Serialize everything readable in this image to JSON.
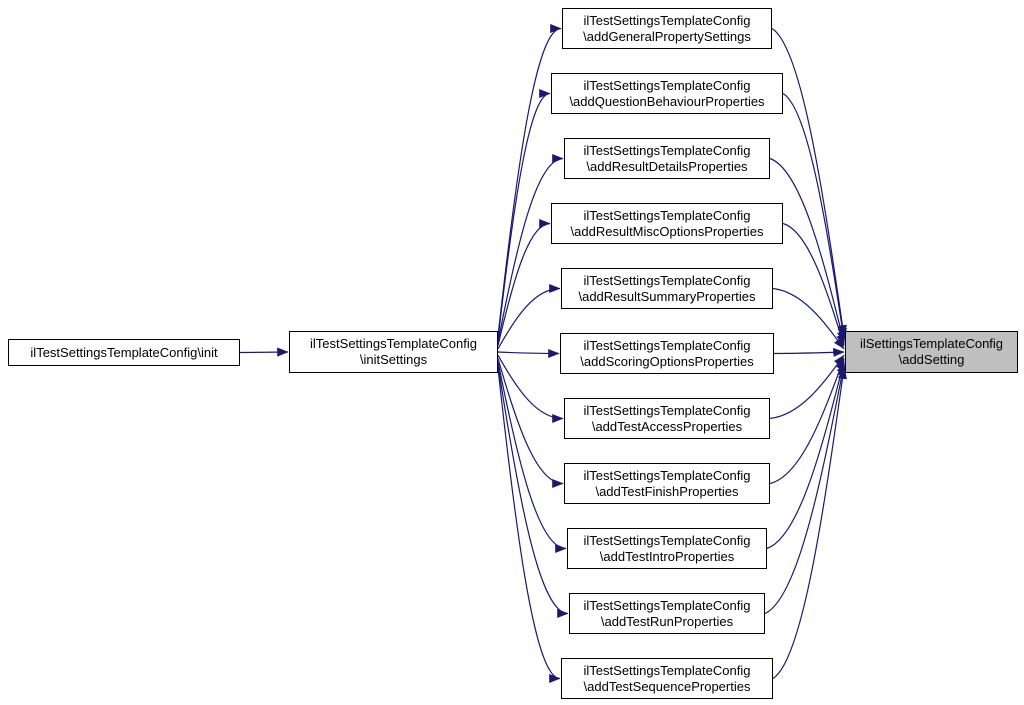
{
  "diagram": {
    "type": "call-graph",
    "nodes": {
      "init": {
        "line1": "ilTestSettingsTemplateConfig\\init"
      },
      "initSettings": {
        "line1": "ilTestSettingsTemplateConfig",
        "line2": "\\initSettings"
      },
      "addGeneralPropertySettings": {
        "line1": "ilTestSettingsTemplateConfig",
        "line2": "\\addGeneralPropertySettings"
      },
      "addQuestionBehaviourProperties": {
        "line1": "ilTestSettingsTemplateConfig",
        "line2": "\\addQuestionBehaviourProperties"
      },
      "addResultDetailsProperties": {
        "line1": "ilTestSettingsTemplateConfig",
        "line2": "\\addResultDetailsProperties"
      },
      "addResultMiscOptionsProperties": {
        "line1": "ilTestSettingsTemplateConfig",
        "line2": "\\addResultMiscOptionsProperties"
      },
      "addResultSummaryProperties": {
        "line1": "ilTestSettingsTemplateConfig",
        "line2": "\\addResultSummaryProperties"
      },
      "addScoringOptionsProperties": {
        "line1": "ilTestSettingsTemplateConfig",
        "line2": "\\addScoringOptionsProperties"
      },
      "addTestAccessProperties": {
        "line1": "ilTestSettingsTemplateConfig",
        "line2": "\\addTestAccessProperties"
      },
      "addTestFinishProperties": {
        "line1": "ilTestSettingsTemplateConfig",
        "line2": "\\addTestFinishProperties"
      },
      "addTestIntroProperties": {
        "line1": "ilTestSettingsTemplateConfig",
        "line2": "\\addTestIntroProperties"
      },
      "addTestRunProperties": {
        "line1": "ilTestSettingsTemplateConfig",
        "line2": "\\addTestRunProperties"
      },
      "addTestSequenceProperties": {
        "line1": "ilTestSettingsTemplateConfig",
        "line2": "\\addTestSequenceProperties"
      },
      "addSetting": {
        "line1": "ilSettingsTemplateConfig",
        "line2": "\\addSetting"
      }
    },
    "edges": [
      {
        "from": "init",
        "to": "initSettings"
      },
      {
        "from": "initSettings",
        "to": "addGeneralPropertySettings"
      },
      {
        "from": "initSettings",
        "to": "addQuestionBehaviourProperties"
      },
      {
        "from": "initSettings",
        "to": "addResultDetailsProperties"
      },
      {
        "from": "initSettings",
        "to": "addResultMiscOptionsProperties"
      },
      {
        "from": "initSettings",
        "to": "addResultSummaryProperties"
      },
      {
        "from": "initSettings",
        "to": "addScoringOptionsProperties"
      },
      {
        "from": "initSettings",
        "to": "addTestAccessProperties"
      },
      {
        "from": "initSettings",
        "to": "addTestFinishProperties"
      },
      {
        "from": "initSettings",
        "to": "addTestIntroProperties"
      },
      {
        "from": "initSettings",
        "to": "addTestRunProperties"
      },
      {
        "from": "initSettings",
        "to": "addTestSequenceProperties"
      },
      {
        "from": "addGeneralPropertySettings",
        "to": "addSetting"
      },
      {
        "from": "addQuestionBehaviourProperties",
        "to": "addSetting"
      },
      {
        "from": "addResultDetailsProperties",
        "to": "addSetting"
      },
      {
        "from": "addResultMiscOptionsProperties",
        "to": "addSetting"
      },
      {
        "from": "addResultSummaryProperties",
        "to": "addSetting"
      },
      {
        "from": "addScoringOptionsProperties",
        "to": "addSetting"
      },
      {
        "from": "addTestAccessProperties",
        "to": "addSetting"
      },
      {
        "from": "addTestFinishProperties",
        "to": "addSetting"
      },
      {
        "from": "addTestIntroProperties",
        "to": "addSetting"
      },
      {
        "from": "addTestRunProperties",
        "to": "addSetting"
      },
      {
        "from": "addTestSequenceProperties",
        "to": "addSetting"
      }
    ],
    "colors": {
      "edge": "#191970",
      "node_border": "#000000",
      "node_fill": "#ffffff",
      "node_text": "#000000",
      "highlight_fill": "#bfbfbf",
      "background": "#ffffff"
    }
  }
}
